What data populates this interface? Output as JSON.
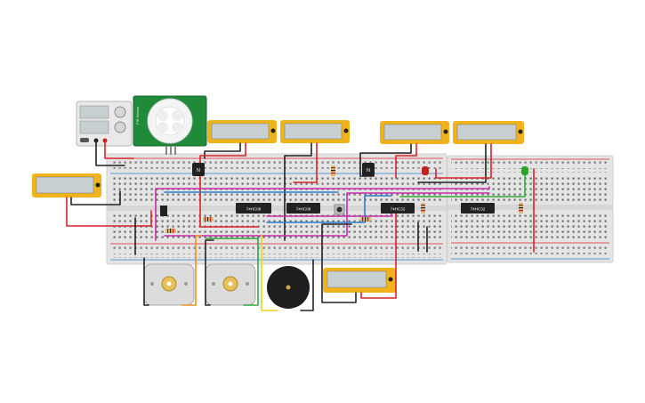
{
  "chips": {
    "chip1": "74HC08",
    "chip2": "74HC08",
    "chip3": "74HC32",
    "chip4": "74HC32"
  },
  "transistors": {
    "t1": "N",
    "t2": "N"
  },
  "pir_sensor": {
    "label": "PIR Sensor"
  },
  "colors": {
    "breadboard": "#e4e4e4",
    "multimeter_frame": "#f2b21b",
    "multimeter_screen": "#c7cfd1",
    "pir_board": "#1f8a3a",
    "wire_red": "#d8232a",
    "wire_black": "#222222",
    "wire_magenta": "#c72ca8",
    "wire_blue": "#2b7fd0",
    "wire_green": "#34a73a",
    "wire_orange": "#f0901e",
    "wire_yellow": "#f2d21e",
    "led_red": "#c81e1e",
    "led_green": "#2aa52a"
  }
}
